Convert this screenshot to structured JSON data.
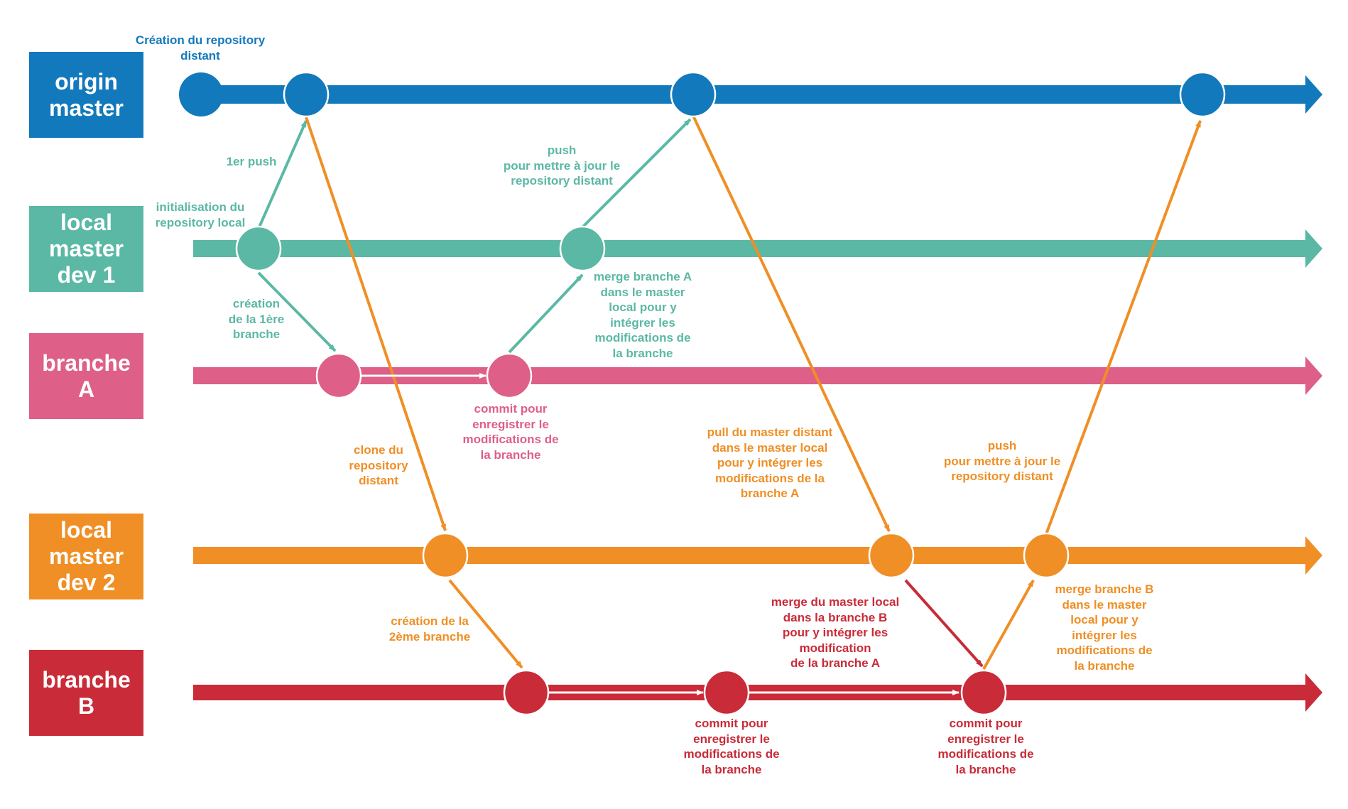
{
  "colors": {
    "origin": "#1279bc",
    "dev1": "#5bb8a5",
    "brancheA": "#de5f87",
    "dev2": "#ef8f25",
    "brancheB": "#c92b38",
    "background": "#ffffff"
  },
  "lanes": [
    {
      "id": "origin",
      "lines": [
        "origin",
        "master"
      ]
    },
    {
      "id": "dev1",
      "lines": [
        "local",
        "master",
        "dev 1"
      ]
    },
    {
      "id": "brancheA",
      "lines": [
        "branche",
        "A"
      ]
    },
    {
      "id": "dev2",
      "lines": [
        "local",
        "master",
        "dev 2"
      ]
    },
    {
      "id": "brancheB",
      "lines": [
        "branche",
        "B"
      ]
    }
  ],
  "notes": {
    "creation_repo": [
      "Création du repository",
      "distant"
    ],
    "first_push": [
      "1er push"
    ],
    "init_local": [
      "initialisation du",
      "repository local"
    ],
    "creation_branche1": [
      "création",
      "de la 1ère",
      "branche"
    ],
    "push_dev1": [
      "push",
      "pour mettre à jour le",
      "repository distant"
    ],
    "merge_a": [
      "merge branche A",
      "dans le master",
      "local pour y",
      "intégrer les",
      "modifications de",
      "la branche"
    ],
    "commit_a": [
      "commit pour",
      "enregistrer le",
      "modifications de",
      "la branche"
    ],
    "clone": [
      "clone du",
      "repository",
      "distant"
    ],
    "pull": [
      "pull du master distant",
      "dans le master local",
      "pour y intégrer les",
      "modifications de la",
      "branche A"
    ],
    "push_dev2": [
      "push",
      "pour mettre à jour le",
      "repository distant"
    ],
    "creation_branche2": [
      "création de la",
      "2ème branche"
    ],
    "merge_master_b": [
      "merge du master local",
      "dans la branche B",
      "pour y intégrer les",
      "modification",
      "de la branche A"
    ],
    "merge_b": [
      "merge branche B",
      "dans le master",
      "local pour y",
      "intégrer les",
      "modifications de",
      "la branche"
    ],
    "commit_b1": [
      "commit pour",
      "enregistrer le",
      "modifications de",
      "la branche"
    ],
    "commit_b2": [
      "commit pour",
      "enregistrer le",
      "modifications de",
      "la branche"
    ]
  }
}
